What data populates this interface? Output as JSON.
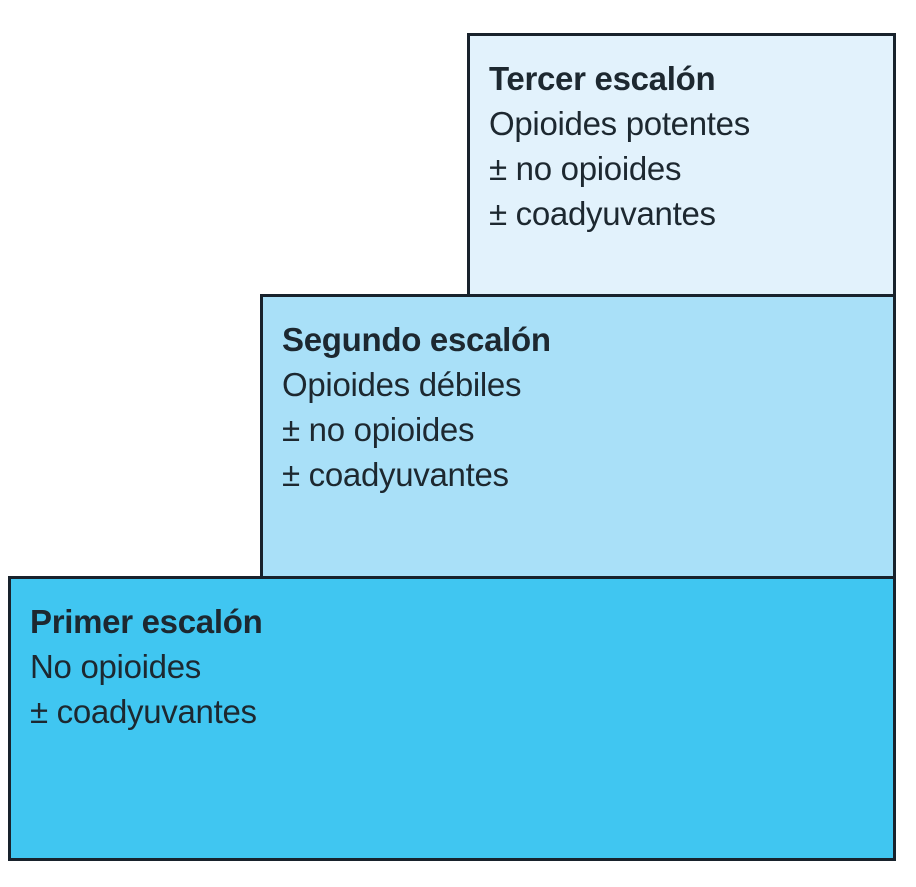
{
  "colors": {
    "background": "#ffffff",
    "border": "#18222c",
    "text": "#1d2830",
    "step_third_fill": "#e2f2fc",
    "step_second_fill": "#a9e0f8",
    "step_first_fill": "#40c6f1"
  },
  "steps": [
    {
      "id": "tercer-escalon",
      "title": "Tercer escalón",
      "lines": [
        "Opioides potentes",
        "± no opioides",
        "± coadyuvantes"
      ],
      "fill": "#e2f2fc"
    },
    {
      "id": "segundo-escalon",
      "title": "Segundo escalón",
      "lines": [
        "Opioides débiles",
        "± no opioides",
        "± coadyuvantes"
      ],
      "fill": "#a9e0f8"
    },
    {
      "id": "primer-escalon",
      "title": "Primer escalón",
      "lines": [
        "No opioides",
        "± coadyuvantes"
      ],
      "fill": "#40c6f1"
    }
  ]
}
